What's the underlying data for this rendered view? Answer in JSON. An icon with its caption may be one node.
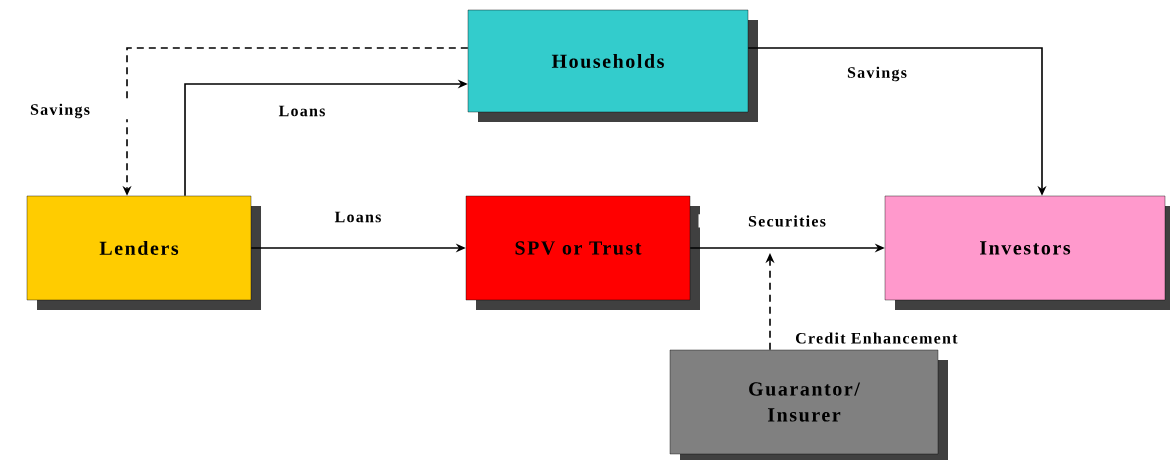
{
  "diagram": {
    "nodes": [
      {
        "text": [
          "Households"
        ]
      },
      {
        "text": [
          "Lenders"
        ]
      },
      {
        "text": [
          "SPV or Trust"
        ]
      },
      {
        "text": [
          "Investors"
        ]
      },
      {
        "text": [
          "Guarantor/ Insurer"
        ]
      }
    ],
    "edges": [
      {
        "from": 0,
        "to": 1,
        "arrow": "to",
        "label": "Savings",
        "style": "dashed"
      },
      {
        "from": 1,
        "to": 0,
        "arrow": "to",
        "label": "Loans"
      },
      {
        "from": 1,
        "to": 2,
        "arrow": "to",
        "label": "Loans"
      },
      {
        "from": 2,
        "to": 3,
        "arrow": "to",
        "label": "Securities"
      },
      {
        "from": 0,
        "to": 3,
        "arrow": "to",
        "label": "Savings"
      },
      {
        "from": 4,
        "to": null,
        "arrow": "to",
        "label": "Credit Enhancement",
        "style": "dashed"
      }
    ]
  }
}
